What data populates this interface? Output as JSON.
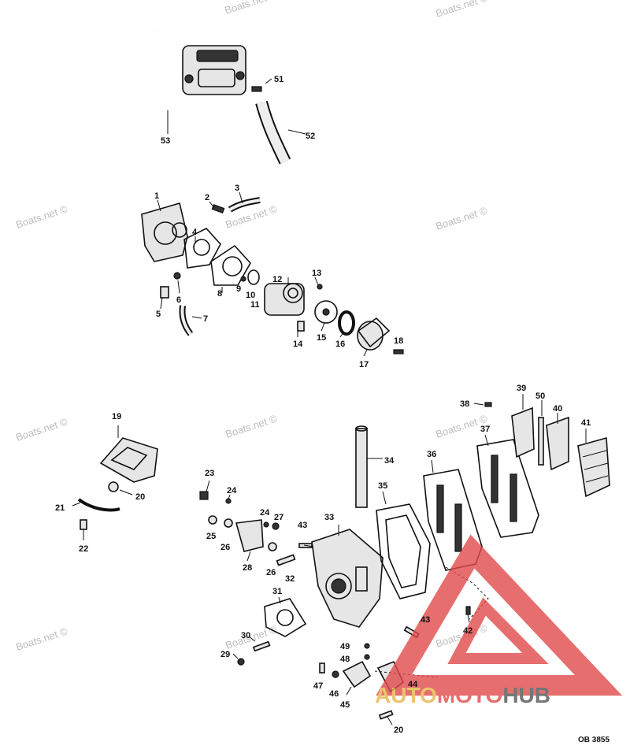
{
  "diagram": {
    "drawing_code": "OB 3855",
    "watermark_text": "Boats.net ©",
    "logo": {
      "part1": "AUTO",
      "part2": "MOTO",
      "part3": "HUB"
    },
    "colors": {
      "logo_triangle": "#e04a4a",
      "logo_auto": "#e8b44a",
      "logo_hub": "#555555",
      "watermark": "#bdbdbd"
    },
    "callouts": {
      "c1": "1",
      "c2": "2",
      "c3": "3",
      "c4": "4",
      "c5": "5",
      "c6": "6",
      "c7": "7",
      "c8": "8",
      "c9": "9",
      "c10": "10",
      "c11": "11",
      "c12": "12",
      "c13": "13",
      "c14": "14",
      "c15": "15",
      "c16": "16",
      "c17": "17",
      "c18": "18",
      "c19": "19",
      "c20a": "20",
      "c20b": "20",
      "c21": "21",
      "c22": "22",
      "c23": "23",
      "c24a": "24",
      "c24b": "24",
      "c25": "25",
      "c26a": "26",
      "c26b": "26",
      "c27": "27",
      "c28": "28",
      "c29": "29",
      "c30": "30",
      "c31": "31",
      "c32": "32",
      "c33": "33",
      "c34": "34",
      "c35": "35",
      "c36": "36",
      "c37": "37",
      "c38": "38",
      "c39": "39",
      "c40": "40",
      "c41": "41",
      "c42": "42",
      "c43a": "43",
      "c43b": "43",
      "c44": "44",
      "c45": "45",
      "c46": "46",
      "c47": "47",
      "c48": "48",
      "c49": "49",
      "c50": "50",
      "c51": "51",
      "c52": "52",
      "c53": "53"
    }
  }
}
